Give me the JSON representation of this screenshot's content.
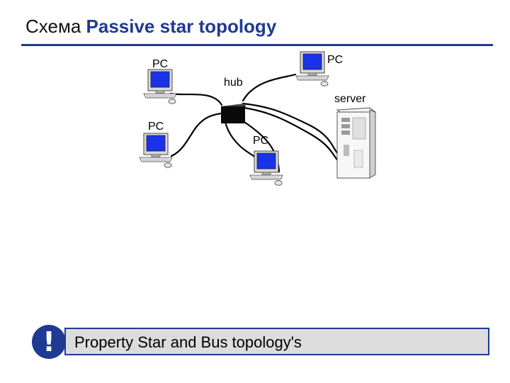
{
  "title": {
    "prefix": "Схема",
    "main": "Passive star topology"
  },
  "labels": {
    "pc_top_left": "PC",
    "pc_top_right": "PC",
    "hub": "hub",
    "server": "server",
    "pc_left": "PC",
    "pc_center": "PC"
  },
  "note": {
    "mark": "!",
    "text": "Property Star and Bus topology's"
  },
  "colors": {
    "accent": "#1f3a93",
    "note_bg": "#dcdcdc",
    "screen": "#1a33e6",
    "cable": "#000000"
  },
  "icons": {
    "pc": "desktop-computer-icon",
    "server": "server-tower-icon",
    "hub": "hub-box-icon"
  }
}
